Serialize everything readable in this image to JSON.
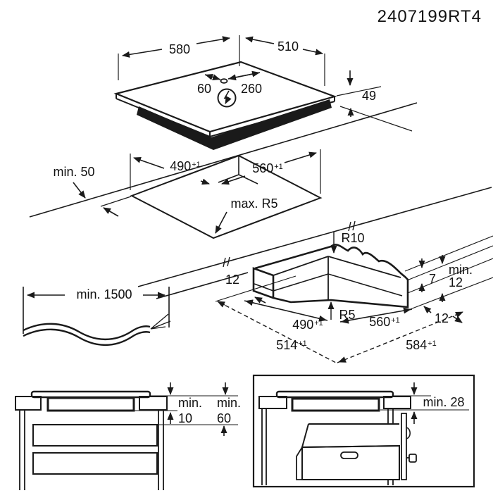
{
  "part_number": "2407199RT4",
  "hob": {
    "width": "580",
    "depth": "510",
    "cable_offset_left": "60",
    "cable_offset_right": "260",
    "height": "49"
  },
  "worktop_cutout": {
    "front_distance": "min. 50",
    "depth": "490",
    "depth_tol": "+1",
    "width": "560",
    "width_tol": "+1",
    "corner_radius": "max. R5"
  },
  "flush_detail": {
    "outer_corner_radius": "R10",
    "left_ledge": "12",
    "step_depth": "7",
    "edge_min_label": "min.",
    "edge_min_value": "12",
    "inner_corner_radius": "R5",
    "inner_depth": "490",
    "inner_depth_tol": "+1",
    "inner_width": "560",
    "inner_width_tol": "+1",
    "right_ledge": "12",
    "outer_depth": "514",
    "outer_depth_tol": "+1",
    "outer_width": "584",
    "outer_width_tol": "+1"
  },
  "cable": {
    "min_length": "min. 1500"
  },
  "cabinet_left": {
    "min_label_1": "min.",
    "value_1": "10",
    "min_label_2": "min.",
    "value_2": "60"
  },
  "cabinet_right": {
    "oven_clearance": "min. 28"
  }
}
